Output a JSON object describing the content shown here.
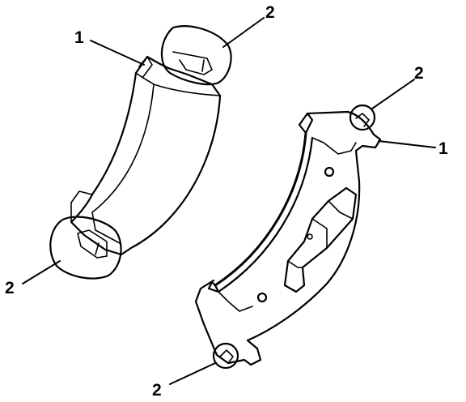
{
  "callouts": {
    "left_pad_top_label": "1",
    "left_pad_top_clip_label": "2",
    "left_pad_bottom_clip_label": "2",
    "right_pad_top_clip_label": "2",
    "right_pad_top_label": "1",
    "right_pad_bottom_clip_label": "2"
  }
}
